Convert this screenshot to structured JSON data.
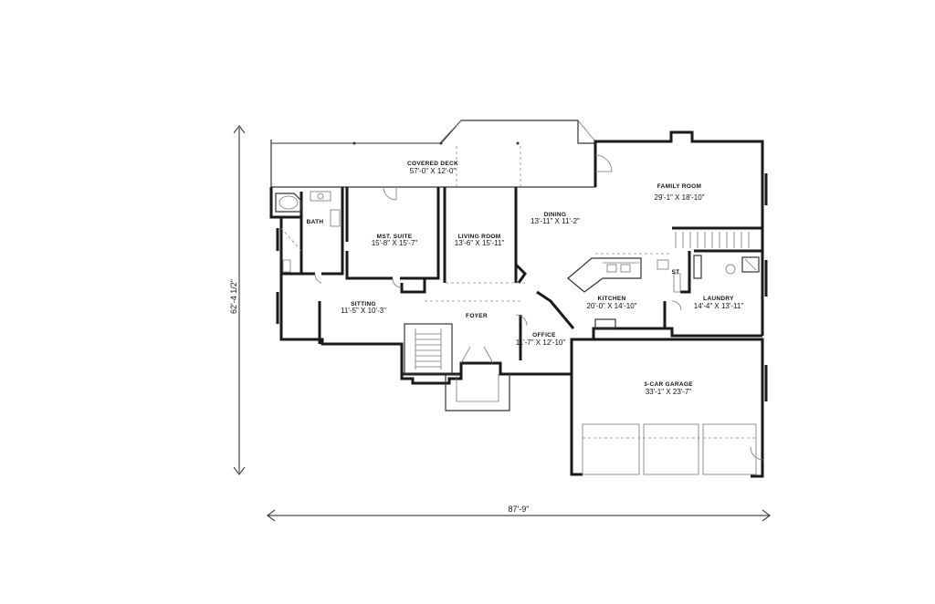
{
  "rooms": [
    {
      "id": "covered-deck",
      "name": "COVERED DECK",
      "size": "57'-0\" X 12'-0\""
    },
    {
      "id": "family-room",
      "name": "FAMILY ROOM",
      "size": "29'-1\" X 18'-10\""
    },
    {
      "id": "bath",
      "name": "BATH",
      "size": ""
    },
    {
      "id": "mst-suite",
      "name": "MST. SUITE",
      "size": "15'-8\" X 15'-7\""
    },
    {
      "id": "living-room",
      "name": "LIVING ROOM",
      "size": "13'-6\" X 15'-11\""
    },
    {
      "id": "dining",
      "name": "DINING",
      "size": "13'-11\" X 11'-2\""
    },
    {
      "id": "kitchen",
      "name": "KITCHEN",
      "size": "20'-0\" X 14'-10\""
    },
    {
      "id": "laundry",
      "name": "LAUNDRY",
      "size": "14'-4\" X 13'-11\""
    },
    {
      "id": "st",
      "name": "ST",
      "size": ""
    },
    {
      "id": "sitting",
      "name": "SITTING",
      "size": "11'-5\" X 10'-3\""
    },
    {
      "id": "foyer",
      "name": "FOYER",
      "size": ""
    },
    {
      "id": "office",
      "name": "OFFICE",
      "size": "11'-7\" X 12'-10\""
    },
    {
      "id": "garage",
      "name": "3-CAR GARAGE",
      "size": "33'-1\" X 23'-7\""
    }
  ],
  "dimensions": {
    "overall_width": "87'-9\"",
    "overall_depth": "62'-4 1/2\""
  }
}
